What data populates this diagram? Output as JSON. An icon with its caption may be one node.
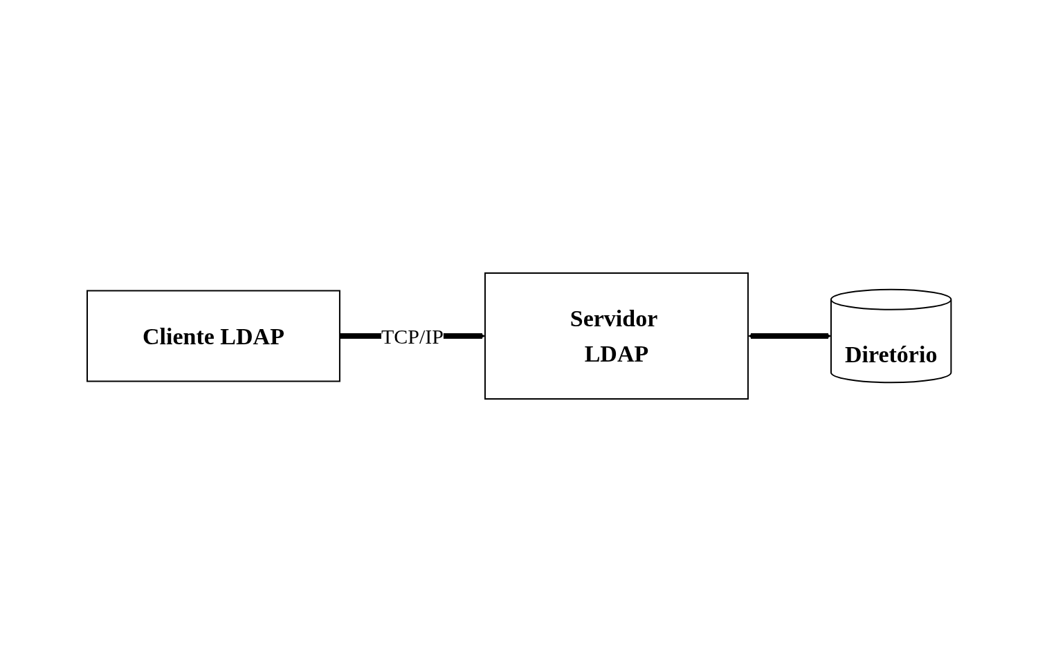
{
  "diagram": {
    "nodes": [
      {
        "text": [
          "Cliente LDAP"
        ]
      },
      {
        "text": [
          "Servidor LDAP"
        ]
      },
      {
        "text": [
          "Diretório"
        ]
      }
    ],
    "edges": [
      {
        "from": 0,
        "to": 1,
        "arrow": "to",
        "label": "TCP/IP"
      },
      {
        "from": 1,
        "to": 2,
        "arrow": "both"
      }
    ]
  }
}
